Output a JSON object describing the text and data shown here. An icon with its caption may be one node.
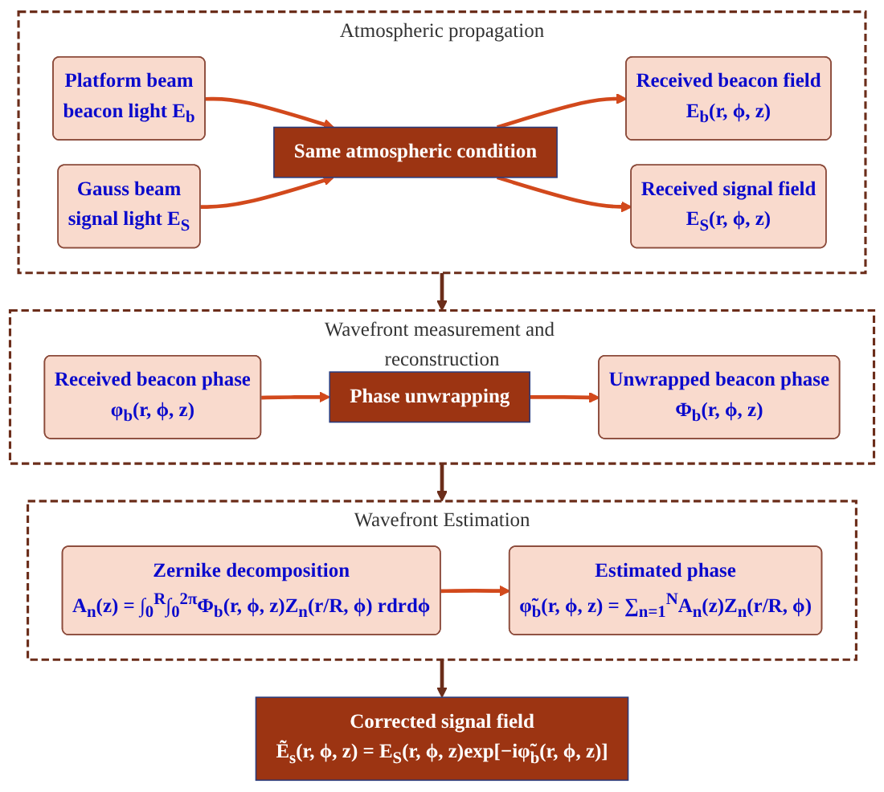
{
  "diagram": {
    "nodes": [
      {
        "text": [
          "Atmospheric propagation"
        ]
      },
      {
        "text": [
          "Platform beam",
          "beacon light E$_{b}$"
        ],
        "in": 0
      },
      {
        "text": [
          "Gauss beam",
          "signal light E$_{S}$"
        ],
        "in": 0
      },
      {
        "text": [
          "Same atmospheric condition"
        ],
        "in": 0
      },
      {
        "text": [
          "Received beacon field",
          "E$_{b}$(r, ϕ, z)"
        ],
        "in": 0
      },
      {
        "text": [
          "Received signal field",
          "E$_{S}$(r, ϕ, z)"
        ],
        "in": 0
      },
      {
        "text": [
          "Wavefront measurement and reconstruction"
        ]
      },
      {
        "text": [
          "Received beacon phase",
          "φ$_{b}$(r, ϕ, z)"
        ],
        "in": 6
      },
      {
        "text": [
          "Phase unwrapping"
        ],
        "in": 6
      },
      {
        "text": [
          "Unwrapped beacon phase",
          "Φ$_{b}$(r, ϕ, z)"
        ],
        "in": 6
      },
      {
        "text": [
          "Wavefront Estimation"
        ]
      },
      {
        "text": [
          "Zernike decomposition",
          "A$_{n}$(z) = ∫$_{0}$$^{R}$∫$_{0}$$^{2π}$Φ$_{b}$(r, ϕ, z)Z$_{n}$(r/R, ϕ) rdrdϕ"
        ],
        "in": 10
      },
      {
        "text": [
          "Estimated phase",
          "φ̃$_{b}$(r, ϕ, z) = ∑$_{n=1}$$^{N}$A$_{n}$(z)Z$_{n}$(r/R, ϕ)"
        ],
        "in": 10
      },
      {
        "text": [
          "Corrected signal field",
          "Ẽ$_{s}$(r, ϕ, z) = E$_{S}$(r, ϕ, z)exp[−iφ̃$_{b}$(r, ϕ, z)]"
        ]
      }
    ],
    "edges": [
      {
        "from": 1,
        "to": 3,
        "arrow": "to"
      },
      {
        "from": 2,
        "to": 3,
        "arrow": "to"
      },
      {
        "from": 3,
        "to": 4,
        "arrow": "to"
      },
      {
        "from": 3,
        "to": 5,
        "arrow": "to"
      },
      {
        "from": 0,
        "to": 6,
        "arrow": "to",
        "color": "#6b2d1a"
      },
      {
        "from": 7,
        "to": 8,
        "arrow": "to"
      },
      {
        "from": 8,
        "to": 9,
        "arrow": "to"
      },
      {
        "from": 6,
        "to": 10,
        "arrow": "to",
        "color": "#6b2d1a"
      },
      {
        "from": 11,
        "to": 12,
        "arrow": "to"
      },
      {
        "from": 10,
        "to": 13,
        "arrow": "to",
        "color": "#6b2d1a"
      }
    ]
  }
}
